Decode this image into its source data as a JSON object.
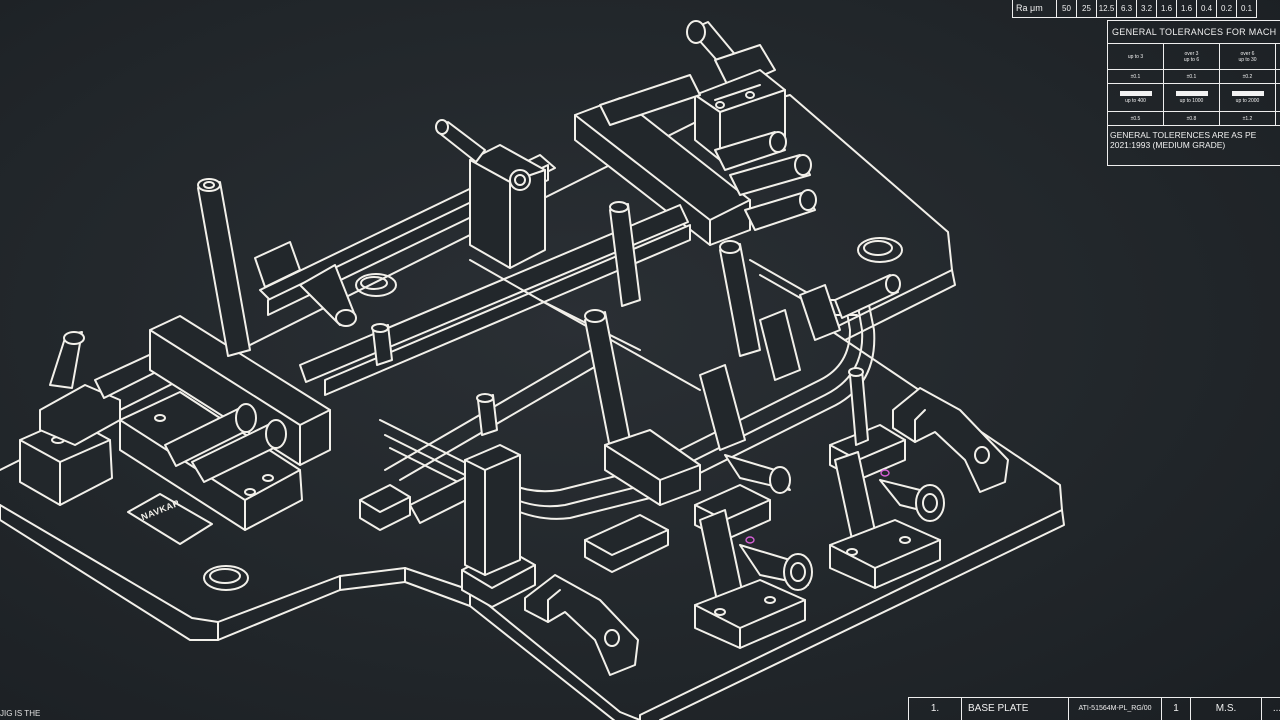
{
  "roughness_table": {
    "label": "Ra μm",
    "values": [
      "50",
      "25",
      "12.5",
      "6.3",
      "3.2",
      "1.6",
      "1.6",
      "0.4",
      "0.2",
      "0.1"
    ]
  },
  "tolerance_table": {
    "title": "GENERAL TOLERANCES FOR MACH",
    "row1": [
      "up to 3",
      "over 3\nup to 6",
      "over 6\nup to 30"
    ],
    "row2": [
      "±0.1",
      "±0.1",
      "±0.2"
    ],
    "row3": [
      "up to 400",
      "up to 1000",
      "up to 2000"
    ],
    "row4": [
      "±0.5",
      "±0.8",
      "±1.2"
    ],
    "note_line1": "GENERAL TOLERENCES ARE AS PE",
    "note_line2": "2021:1993 (MEDIUM GRADE)"
  },
  "title_block": {
    "item_no": "1.",
    "part_name": "BASE PLATE",
    "part_code": "ATI-51564M-PL_RG/00",
    "qty": "1",
    "material": "M.S.",
    "extra": "..."
  },
  "left_note": "JIG IS THE",
  "logo_plate_label": "NAVKAR",
  "colors": {
    "background": "#22272b",
    "lines": "#f2f0ea",
    "accent": "#d65fd6"
  }
}
